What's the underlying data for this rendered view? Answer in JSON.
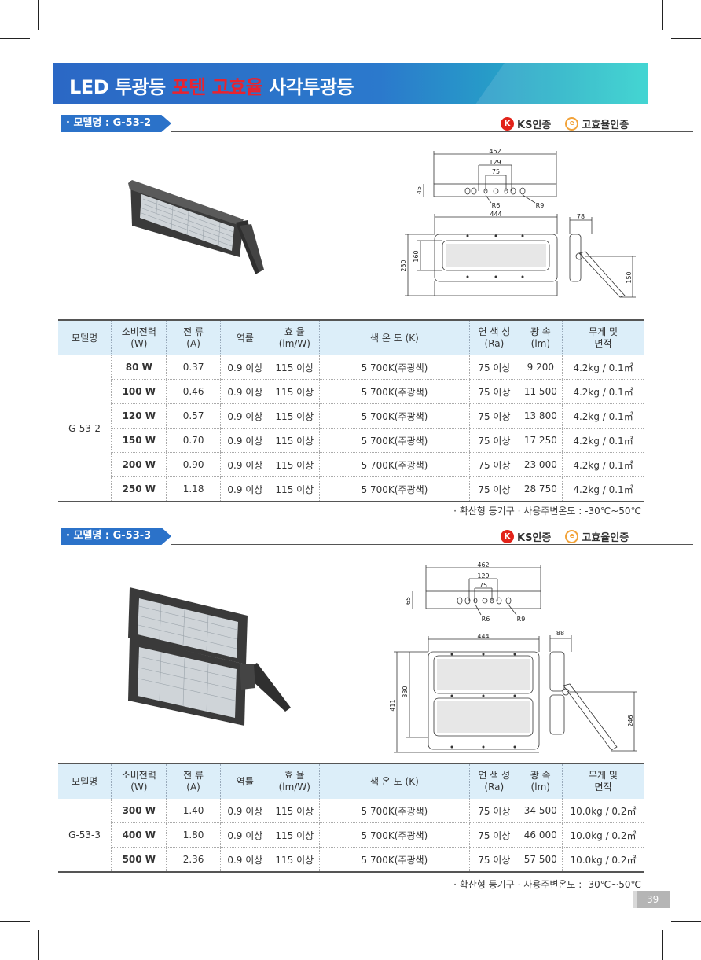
{
  "banner": {
    "title_a": "LED 투광등 ",
    "title_red": "포텐 고효율",
    "title_b": " 사각투광등"
  },
  "certs": {
    "ks": "KS인증",
    "eff": "고효율인증",
    "ks_icon": "K",
    "eff_icon": "e"
  },
  "section1": {
    "model_label": "· 모델명 : G-53-2",
    "dims": {
      "w_top": "452",
      "d129": "129",
      "d75": "75",
      "h45": "45",
      "r6": "R6",
      "r9": "R9",
      "w444": "444",
      "d78": "78",
      "h230": "230",
      "h160": "160",
      "h150": "150"
    },
    "rows": [
      {
        "watt": "80 W",
        "amp": "0.37",
        "pf": "0.9 이상",
        "eff": "115 이상",
        "cct": "5 700K(주광색)",
        "ra": "75 이상",
        "lm": "9 200",
        "wt": "4.2kg / 0.1㎡"
      },
      {
        "watt": "100 W",
        "amp": "0.46",
        "pf": "0.9 이상",
        "eff": "115 이상",
        "cct": "5 700K(주광색)",
        "ra": "75 이상",
        "lm": "11 500",
        "wt": "4.2kg / 0.1㎡"
      },
      {
        "watt": "120 W",
        "amp": "0.57",
        "pf": "0.9 이상",
        "eff": "115 이상",
        "cct": "5 700K(주광색)",
        "ra": "75 이상",
        "lm": "13 800",
        "wt": "4.2kg / 0.1㎡"
      },
      {
        "watt": "150 W",
        "amp": "0.70",
        "pf": "0.9 이상",
        "eff": "115 이상",
        "cct": "5 700K(주광색)",
        "ra": "75 이상",
        "lm": "17 250",
        "wt": "4.2kg / 0.1㎡"
      },
      {
        "watt": "200 W",
        "amp": "0.90",
        "pf": "0.9 이상",
        "eff": "115 이상",
        "cct": "5 700K(주광색)",
        "ra": "75 이상",
        "lm": "23 000",
        "wt": "4.2kg / 0.1㎡"
      },
      {
        "watt": "250 W",
        "amp": "1.18",
        "pf": "0.9 이상",
        "eff": "115 이상",
        "cct": "5 700K(주광색)",
        "ra": "75 이상",
        "lm": "28 750",
        "wt": "4.2kg / 0.1㎡"
      }
    ],
    "model": "G-53-2",
    "note": "· 확산형 등기구 · 사용주변온도 : -30℃~50℃"
  },
  "section2": {
    "model_label": "· 모델명 : G-53-3",
    "dims": {
      "w_top": "462",
      "d129": "129",
      "d75": "75",
      "h65": "65",
      "r6": "R6",
      "r9": "R9",
      "w444": "444",
      "d88": "88",
      "h411": "411",
      "h330": "330",
      "h246": "246"
    },
    "rows": [
      {
        "watt": "300 W",
        "amp": "1.40",
        "pf": "0.9 이상",
        "eff": "115 이상",
        "cct": "5 700K(주광색)",
        "ra": "75 이상",
        "lm": "34 500",
        "wt": "10.0kg / 0.2㎡"
      },
      {
        "watt": "400 W",
        "amp": "1.80",
        "pf": "0.9 이상",
        "eff": "115 이상",
        "cct": "5 700K(주광색)",
        "ra": "75 이상",
        "lm": "46 000",
        "wt": "10.0kg / 0.2㎡"
      },
      {
        "watt": "500 W",
        "amp": "2.36",
        "pf": "0.9 이상",
        "eff": "115 이상",
        "cct": "5 700K(주광색)",
        "ra": "75 이상",
        "lm": "57 500",
        "wt": "10.0kg / 0.2㎡"
      }
    ],
    "model": "G-53-3",
    "note": "· 확산형 등기구 · 사용주변온도 : -30℃~50℃"
  },
  "table_header": {
    "model": "모델명",
    "power_1": "소비전력",
    "power_2": "(W)",
    "current_1": "전 류",
    "current_2": "(A)",
    "pf": "역률",
    "eff_1": "효 율",
    "eff_2": "(lm/W)",
    "cct": "색 온 도 (K)",
    "ra_1": "연 색 성",
    "ra_2": "(Ra)",
    "lm_1": "광 속",
    "lm_2": "(lm)",
    "wt_1": "무게 및",
    "wt_2": "면적"
  },
  "page_number": "39"
}
